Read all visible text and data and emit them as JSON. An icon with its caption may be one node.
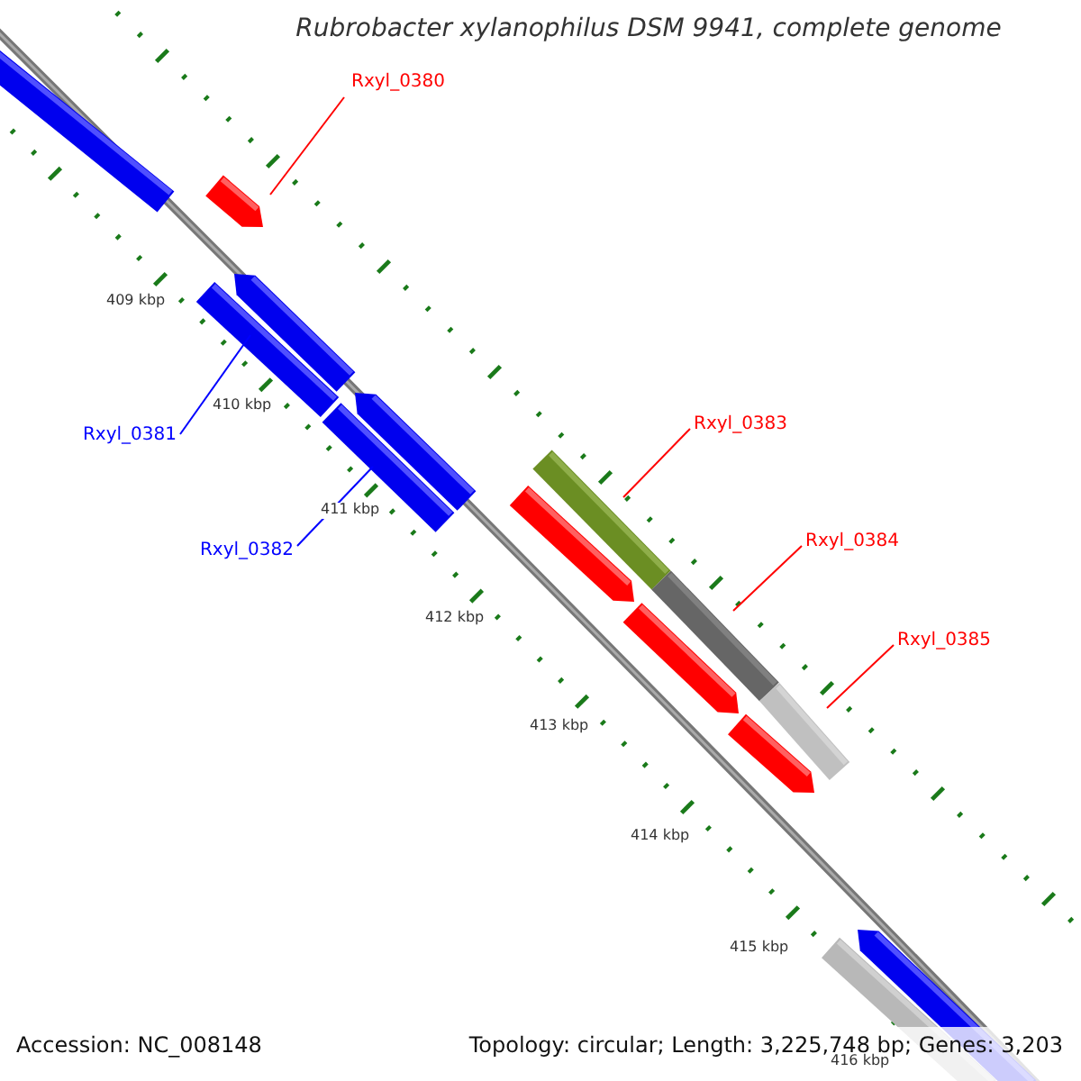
{
  "diagram": {
    "title": "Rubrobacter xylanophilus DSM 9941, complete genome",
    "nodes": [
      {
        "text": [
          "Rxyl_0380"
        ]
      },
      {
        "text": [],
        "shape": "bar"
      },
      {
        "text": [
          "Rxyl_0381"
        ]
      },
      {
        "text": [],
        "shape": "bar"
      },
      {
        "text": [
          "Rxyl_0382"
        ]
      },
      {
        "text": [],
        "shape": "bar"
      },
      {
        "text": [
          "Rxyl_0383"
        ]
      },
      {
        "text": [],
        "shape": "bar"
      },
      {
        "text": [
          "Rxyl_0384"
        ]
      },
      {
        "text": [],
        "shape": "bar"
      },
      {
        "text": [
          "Rxyl_0385"
        ]
      },
      {
        "text": [],
        "shape": "bar"
      }
    ],
    "edges": [
      {
        "from": 0,
        "to": 1,
        "arrow": "none"
      },
      {
        "from": 2,
        "to": 3,
        "arrow": "none",
        "color": "#0000ff"
      },
      {
        "from": 4,
        "to": 5,
        "arrow": "none",
        "color": "#0000ff"
      },
      {
        "from": 6,
        "to": 7,
        "arrow": "none"
      },
      {
        "from": 8,
        "to": 9,
        "arrow": "none"
      },
      {
        "from": 10,
        "to": 11,
        "arrow": "none"
      }
    ],
    "labels": [
      "409 kbp",
      "410 kbp",
      "411 kbp",
      "412 kbp",
      "413 kbp",
      "414 kbp",
      "415 kbp",
      "416 kbp",
      "Accession: NC_008148",
      "Topology: circular; Length: 3,225,748 bp; Genes: 3,203"
    ]
  }
}
